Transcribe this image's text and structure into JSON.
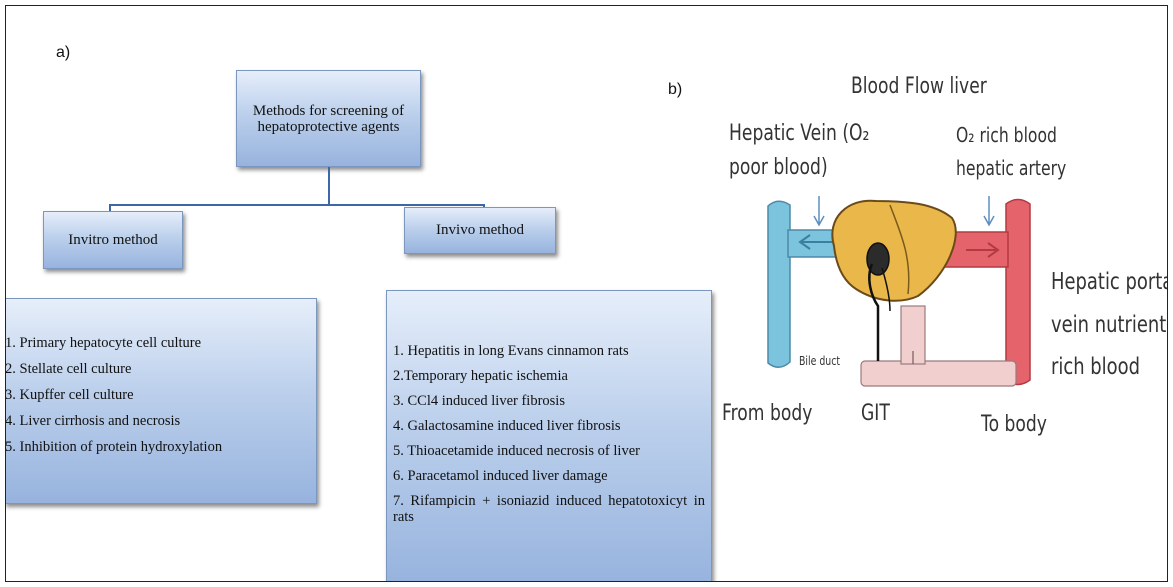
{
  "panel_a": {
    "label": "a)",
    "title": "Methods for screening of hepatoprotective agents",
    "left_method": "Invitro method",
    "right_method": "Invivo method",
    "invitro_list": [
      "1. Primary hepatocyte cell culture",
      "2. Stellate cell culture",
      "3. Kupffer cell culture",
      "4. Liver cirrhosis and necrosis",
      "5. Inhibition of protein hydroxylation"
    ],
    "invivo_list": [
      "1. Hepatitis in long Evans cinnamon rats",
      "2.Temporary hepatic ischemia",
      "3. CCl4 induced liver fibrosis",
      "4. Galactosamine induced liver fibrosis",
      "5. Thioacetamide induced necrosis of liver",
      "6. Paracetamol induced liver damage",
      "7. Rifampicin + isoniazid induced hepatotoxicyt in rats"
    ]
  },
  "panel_b": {
    "label": "b)",
    "title": "Blood Flow liver",
    "hepatic_vein_line1": "Hepatic Vein (O₂",
    "hepatic_vein_line2": "poor blood)",
    "artery_line1": "O₂ rich blood",
    "artery_line2": "hepatic artery",
    "portal_line1": "Hepatic portal",
    "portal_line2": "vein nutrient",
    "portal_line3": "rich blood",
    "bile_duct": "Bile duct",
    "from_body": "From body",
    "git": "GIT",
    "to_body": "To  body"
  },
  "colors": {
    "box_top": "#e6eefa",
    "box_bottom": "#97b3de",
    "connector": "#3c68a8",
    "vein_blue": "#7cc3dd",
    "artery_red": "#e5646b",
    "liver_yellow": "#eab84a",
    "portal_pink": "#f1cfcf"
  }
}
